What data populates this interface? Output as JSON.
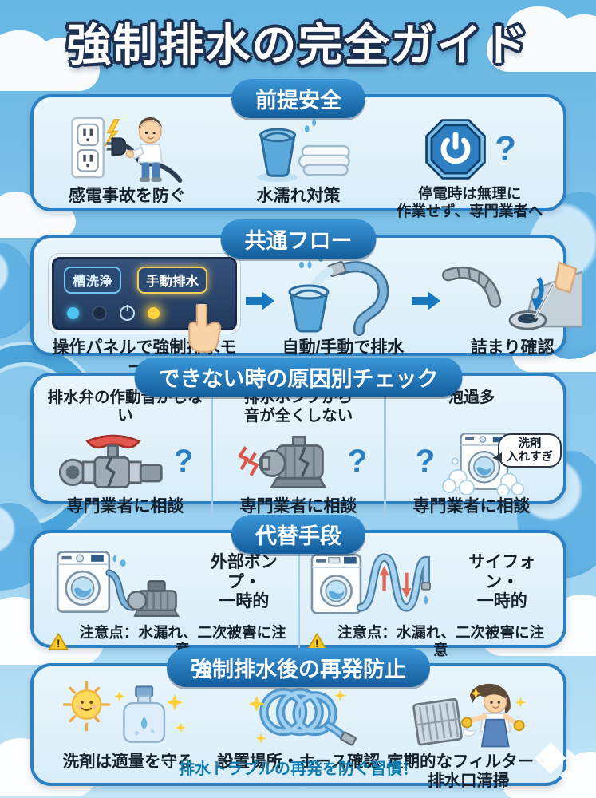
{
  "title": "強制排水の完全ガイド",
  "glyphs": {
    "question": "?",
    "warning": "!"
  },
  "colors": {
    "sky": "#7dc2e9",
    "card_bg": "#e3f1fa",
    "card_border": "#2c80c2",
    "pill_bg": "#1d77bb",
    "text_dark": "#14202c",
    "question_blue": "#2b7fc1",
    "caption_teal": "#0e7dad",
    "warning_yellow": "#f8ca28",
    "alert_red": "#d9584a",
    "arrow_blue": "#1b77bd",
    "panel_navy": "#22395c",
    "highlight_yellow": "#f2cf5a"
  },
  "sections": {
    "safety": {
      "header": "前提安全",
      "items": [
        {
          "icon": "unplug-person-icon",
          "label": "感電事故を防ぐ"
        },
        {
          "icon": "bucket-towel-icon",
          "label": "水濡れ対策"
        },
        {
          "icon": "power-stop-icon",
          "label": "停電時は無理に\n作業せず、専門業者へ"
        }
      ]
    },
    "flow": {
      "header": "共通フロー",
      "panel_buttons": {
        "tub_wash": "槽洗浄",
        "manual_drain": "手動排水"
      },
      "steps": [
        {
          "icon": "control-panel-icon",
          "label": "操作パネルで強制排水モード"
        },
        {
          "icon": "bucket-drain-icon",
          "label": "自動/手動で排水開始"
        },
        {
          "icon": "clog-check-icon",
          "label": "詰まり確認"
        }
      ]
    },
    "causes": {
      "header": "できない時の原因別チェック",
      "items": [
        {
          "icon": "drain-valve-icon",
          "symptom": "排水弁の作動音がしない",
          "action": "専門業者に相談"
        },
        {
          "icon": "drain-pump-icon",
          "symptom": "排水ポンプから\n音が全くしない",
          "action": "専門業者に相談"
        },
        {
          "icon": "foam-washer-icon",
          "symptom": "泡過多",
          "bubble": "洗剤\n入れすぎ",
          "action": "専門業者に相談"
        }
      ]
    },
    "alternatives": {
      "header": "代替手段",
      "items": [
        {
          "icon": "external-pump-icon",
          "label": "外部ポンプ・\n一時的",
          "warning": "注意点：水漏れ、二次被害に注意"
        },
        {
          "icon": "siphon-icon",
          "label": "サイフォン・\n一時的",
          "warning": "注意点：水漏れ、二次被害に注意"
        }
      ]
    },
    "prevention": {
      "header": "強制排水後の再発防止",
      "items": [
        {
          "icon": "sun-detergent-icon",
          "label": "洗剤は適量を守る"
        },
        {
          "icon": "hose-coil-icon",
          "label": "設置場所・ホース確認"
        },
        {
          "icon": "filter-clean-icon",
          "label": "定期的なフィルター・\n排水口清掃"
        }
      ],
      "caption": "排水トラブルの再発を防ぐ習慣！"
    }
  }
}
